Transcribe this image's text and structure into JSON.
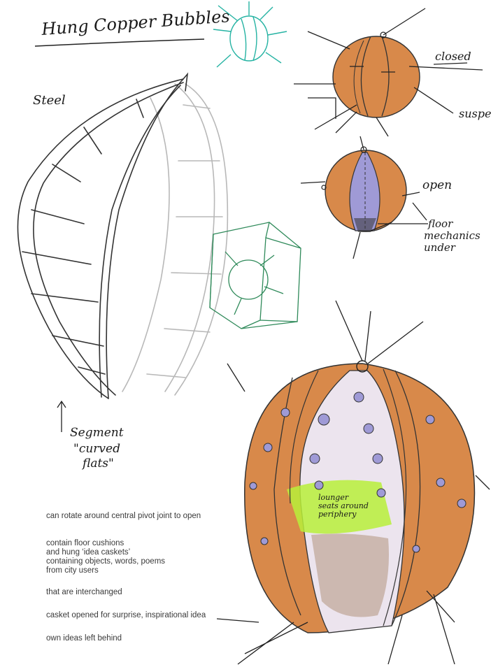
{
  "title": "Hung Copper Bubbles",
  "labels": {
    "steel": "Steel",
    "closed": "closed",
    "suspension": "susper",
    "open": "open",
    "floor_mechanics": "floor\nmechanics\nunder",
    "segment": "Segment\n\"curved\nflats\"",
    "lounge_seats": "lounger\nseats around\nperiphery"
  },
  "notes": [
    "can rotate around central pivot joint to open",
    "contain floor cushions\nand hung ‘idea caskets’\ncontaining objects, words, poems\nfrom city users",
    "that are interchanged",
    "casket opened for surprise, inspirational idea",
    "own ideas left behind"
  ],
  "colors": {
    "copper": "#d8894a",
    "copper_dark": "#b8682f",
    "interior_violet": "#9f9ad6",
    "cushion_green": "#b8f03a",
    "teal_sketch": "#26b3a3",
    "green_sketch": "#2f8a5a"
  }
}
